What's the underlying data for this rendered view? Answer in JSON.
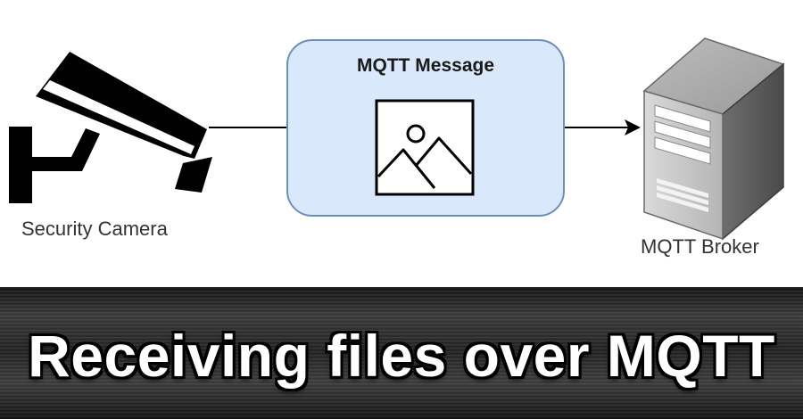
{
  "diagram": {
    "camera_label": "Security Camera",
    "message_title": "MQTT Message",
    "broker_label": "MQTT Broker",
    "icons": {
      "camera": "security-camera-icon",
      "message": "image-icon",
      "broker": "server-tower-icon"
    },
    "colors": {
      "message_fill": "#dae8fc",
      "message_stroke": "#6c8ebf",
      "connector": "#000000",
      "server_body": "#8a8a8a"
    }
  },
  "banner": {
    "title": "Receiving files over MQTT"
  }
}
